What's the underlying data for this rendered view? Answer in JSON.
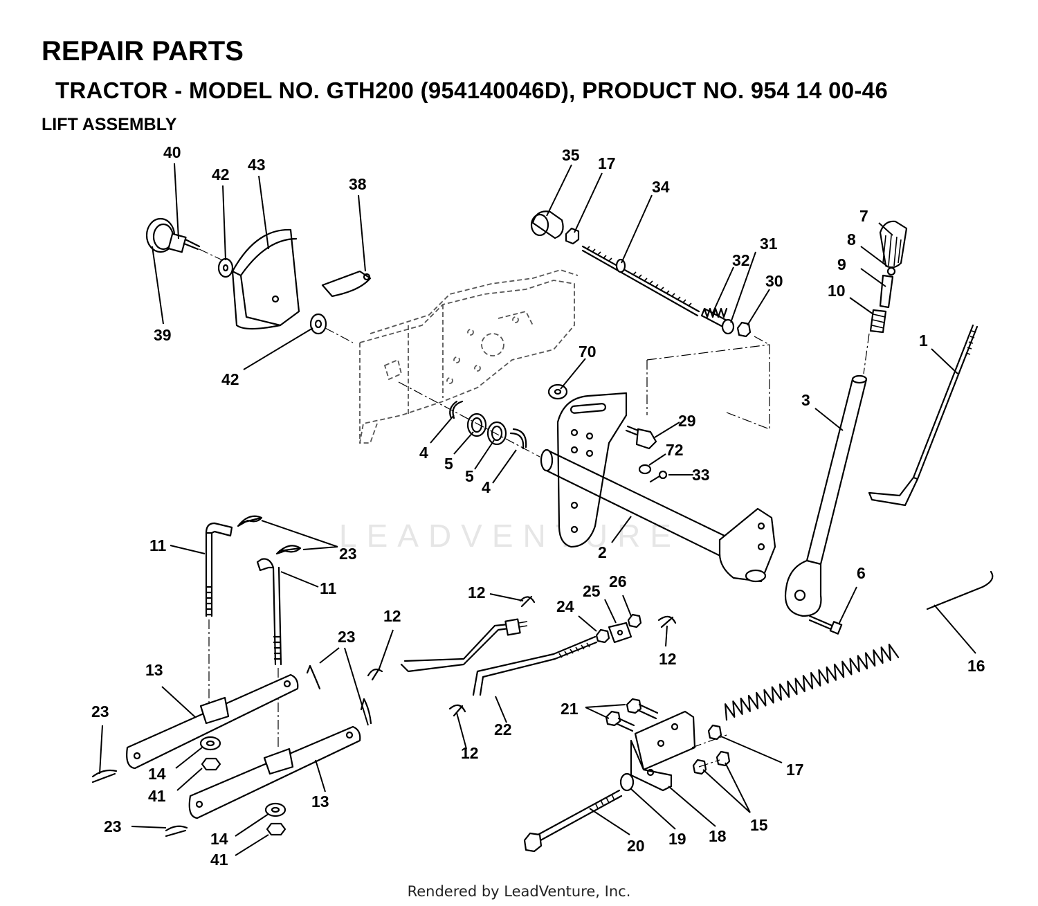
{
  "header": {
    "title": "REPAIR PARTS",
    "subtitle": "TRACTOR - MODEL NO. GTH200 (954140046D), PRODUCT NO. 954 14 00-46",
    "section": "LIFT ASSEMBLY"
  },
  "watermark": "LEADVENTURE",
  "footer": "Rendered by LeadVenture, Inc.",
  "callouts": {
    "c40": "40",
    "c42a": "42",
    "c43": "43",
    "c38": "38",
    "c39": "39",
    "c42b": "42",
    "c35": "35",
    "c17a": "17",
    "c34": "34",
    "c32": "32",
    "c31": "31",
    "c30": "30",
    "c7": "7",
    "c8": "8",
    "c9": "9",
    "c10": "10",
    "c1": "1",
    "c3": "3",
    "c70": "70",
    "c29": "29",
    "c72": "72",
    "c33": "33",
    "c4a": "4",
    "c5a": "5",
    "c5b": "5",
    "c4b": "4",
    "c2": "2",
    "c6": "6",
    "c11a": "11",
    "c23a": "23",
    "c11b": "11",
    "c12a": "12",
    "c12b": "12",
    "c25": "25",
    "c26": "26",
    "c24": "24",
    "c12c": "12",
    "c23b": "23",
    "c13a": "13",
    "c23c": "23",
    "c14a": "14",
    "c41a": "41",
    "c13b": "13",
    "c23d": "23",
    "c14b": "14",
    "c41b": "41",
    "c22": "22",
    "c12d": "12",
    "c21": "21",
    "c16": "16",
    "c17b": "17",
    "c15": "15",
    "c20": "20",
    "c19": "19",
    "c18": "18"
  }
}
